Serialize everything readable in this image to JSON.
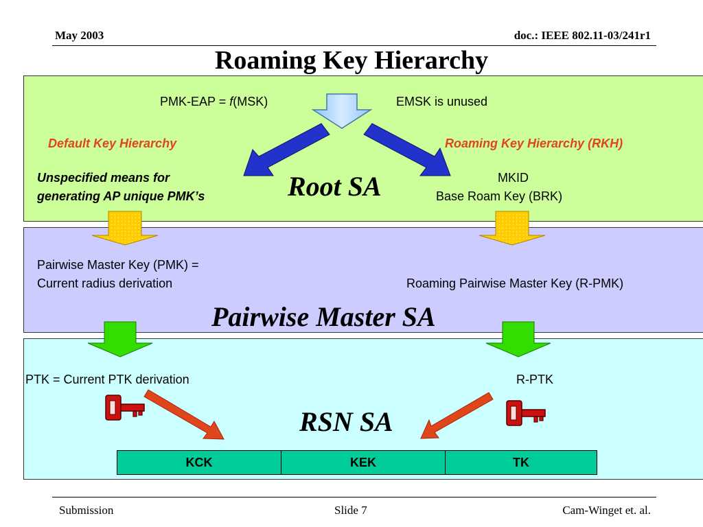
{
  "header": {
    "date": "May 2003",
    "doc_id": "doc.: IEEE 802.11-03/241r1"
  },
  "title": "Roaming Key Hierarchy",
  "root": {
    "pmk_eap_prefix": "PMK-EAP = ",
    "pmk_eap_func": "f",
    "pmk_eap_suffix": "(MSK)",
    "emsk": "EMSK is unused",
    "default_hierarchy": "Default Key Hierarchy",
    "roaming_hierarchy": "Roaming Key Hierarchy (RKH)",
    "unspecified_line1": "Unspecified means for",
    "unspecified_line2": "generating AP unique PMK’s",
    "sa_label": "Root SA",
    "mkid": "MKID",
    "brk": "Base Roam Key (BRK)"
  },
  "pairwise": {
    "pmk_line1": "Pairwise Master Key (PMK) =",
    "pmk_line2": "Current radius derivation",
    "rpmk": "Roaming Pairwise Master Key (R-PMK)",
    "sa_label": "Pairwise Master SA"
  },
  "rsn": {
    "ptk": "PTK = Current PTK derivation",
    "rptk": "R-PTK",
    "sa_label": "RSN SA",
    "keys": [
      "KCK",
      "KEK",
      "TK"
    ]
  },
  "footer": {
    "left": "Submission",
    "center": "Slide 7",
    "right": "Cam-Winget et. al."
  },
  "colors": {
    "root_band": "#ccff99",
    "pairwise_band": "#ccccff",
    "rsn_band": "#ccffff",
    "key_bar": "#00cc99",
    "accent_red": "#e0461b",
    "blue_arrow": "#2233cc",
    "yellow_arrow": "#ffcc00",
    "green_arrow": "#33dd00",
    "red_arrow": "#e0461b"
  },
  "icons": [
    "down-arrow-icon",
    "diagonal-arrow-icon",
    "key-icon"
  ]
}
